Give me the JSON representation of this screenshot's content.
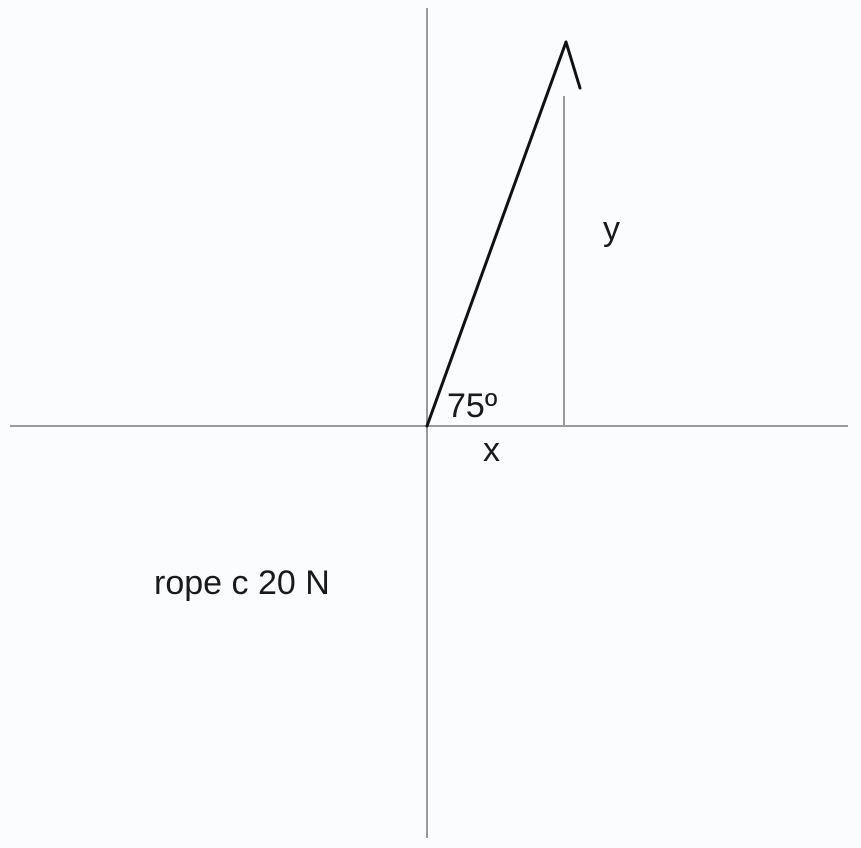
{
  "diagram": {
    "type": "force-vector-component-diagram",
    "labels": {
      "y_component": "y",
      "x_component": "x",
      "angle": "75º",
      "force": "rope c 20 N"
    },
    "force": {
      "name": "rope c",
      "magnitude": 20,
      "unit": "N",
      "angle_deg": 75
    },
    "colors": {
      "axes": "#9a9a9a",
      "vector": "#111111",
      "component": "#9a9a9a",
      "text": "#1a1a1a",
      "background": "#fbfcfe"
    }
  }
}
